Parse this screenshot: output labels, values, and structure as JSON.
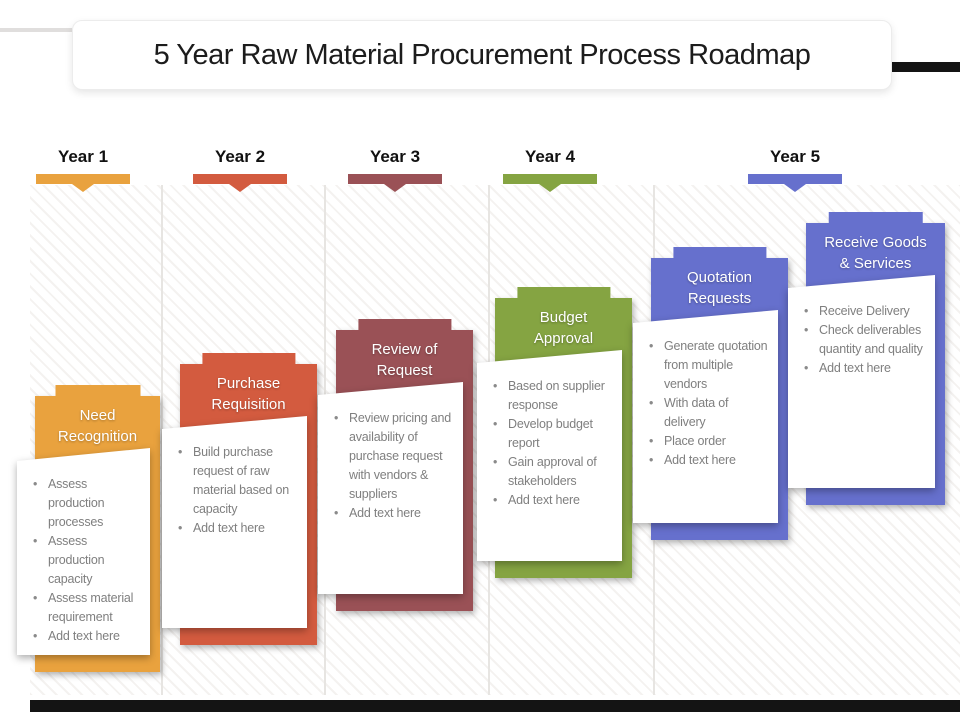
{
  "slide": {
    "title": "5 Year Raw Material Procurement Process Roadmap"
  },
  "colors": {
    "year1": "#E9A23E",
    "year2": "#D35B3F",
    "year3": "#9A5156",
    "year4": "#85A442",
    "year5": "#6670CD",
    "accent_bar": "#141414",
    "bullet_text": "#7f7f7f"
  },
  "years": [
    {
      "label": "Year 1",
      "color": "#E9A23E"
    },
    {
      "label": "Year 2",
      "color": "#D35B3F"
    },
    {
      "label": "Year 3",
      "color": "#9A5156"
    },
    {
      "label": "Year 4",
      "color": "#85A442"
    },
    {
      "label": "Year 5",
      "color": "#6670CD"
    }
  ],
  "cards": [
    {
      "year": "Year 1",
      "title": "Need Recognition",
      "color": "#E9A23E",
      "bullets": [
        "Assess production processes",
        "Assess production capacity",
        "Assess material requirement",
        "Add text here"
      ]
    },
    {
      "year": "Year 2",
      "title": "Purchase Requisition",
      "color": "#D35B3F",
      "bullets": [
        "Build purchase request of raw material based on capacity",
        "Add text here"
      ]
    },
    {
      "year": "Year 3",
      "title": "Review of Request",
      "color": "#9A5156",
      "bullets": [
        "Review pricing and availability of purchase request with vendors & suppliers",
        "Add text here"
      ]
    },
    {
      "year": "Year 4",
      "title": "Budget Approval",
      "color": "#85A442",
      "bullets": [
        "Based on supplier response",
        "Develop budget report",
        "Gain approval of stakeholders",
        "Add text here"
      ]
    },
    {
      "year": "Year 5",
      "title": "Quotation Requests",
      "color": "#6670CD",
      "bullets": [
        "Generate quotation from multiple vendors",
        "With data of delivery",
        "Place order",
        "Add text here"
      ]
    },
    {
      "year": "Year 5",
      "title": "Receive Goods & Services",
      "color": "#6670CD",
      "bullets": [
        "Receive Delivery",
        "Check deliverables quantity and quality",
        "Add text here"
      ]
    }
  ]
}
